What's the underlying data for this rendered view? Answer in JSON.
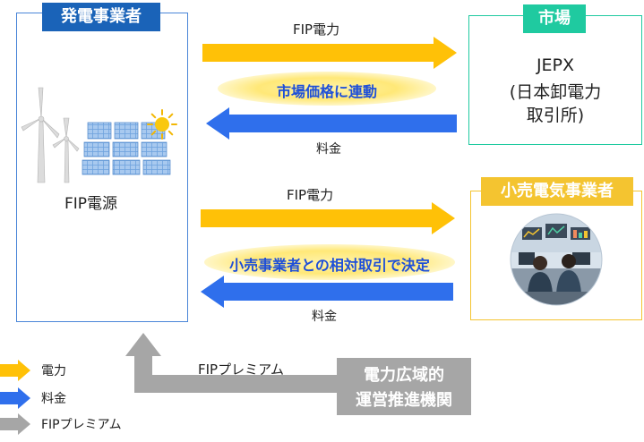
{
  "generator": {
    "tag": "発電事業者",
    "source_label": "FIP電源"
  },
  "market": {
    "tag": "市場",
    "body_line1": "JEPX",
    "body_line2": "(日本卸電力",
    "body_line3": "取引所)"
  },
  "retailer": {
    "tag": "小売電気事業者"
  },
  "flows": {
    "top_power": "FIP電力",
    "top_price_note": "市場価格に連動",
    "top_fee": "料金",
    "bottom_power": "FIP電力",
    "bottom_price_note": "小売事業者との相対取引で決定",
    "bottom_fee": "料金",
    "premium": "FIPプレミアム"
  },
  "occto": {
    "line1": "電力広域的",
    "line2": "運営推進機関"
  },
  "legend": {
    "power": "電力",
    "fee": "料金",
    "premium": "FIPプレミアム"
  },
  "colors": {
    "blue_brand": "#1a63b8",
    "teal": "#1fcaa0",
    "gold": "#f4c430",
    "arrow_yellow": "#ffc107",
    "arrow_blue": "#2f6fec",
    "arrow_gray": "#a6a6a6",
    "label_blue": "#1e4fd8"
  },
  "icons": {
    "wind": "wind-turbine-icon",
    "solar": "solar-panel-icon",
    "sun": "sun-icon",
    "operators": "control-room-operators-icon"
  }
}
